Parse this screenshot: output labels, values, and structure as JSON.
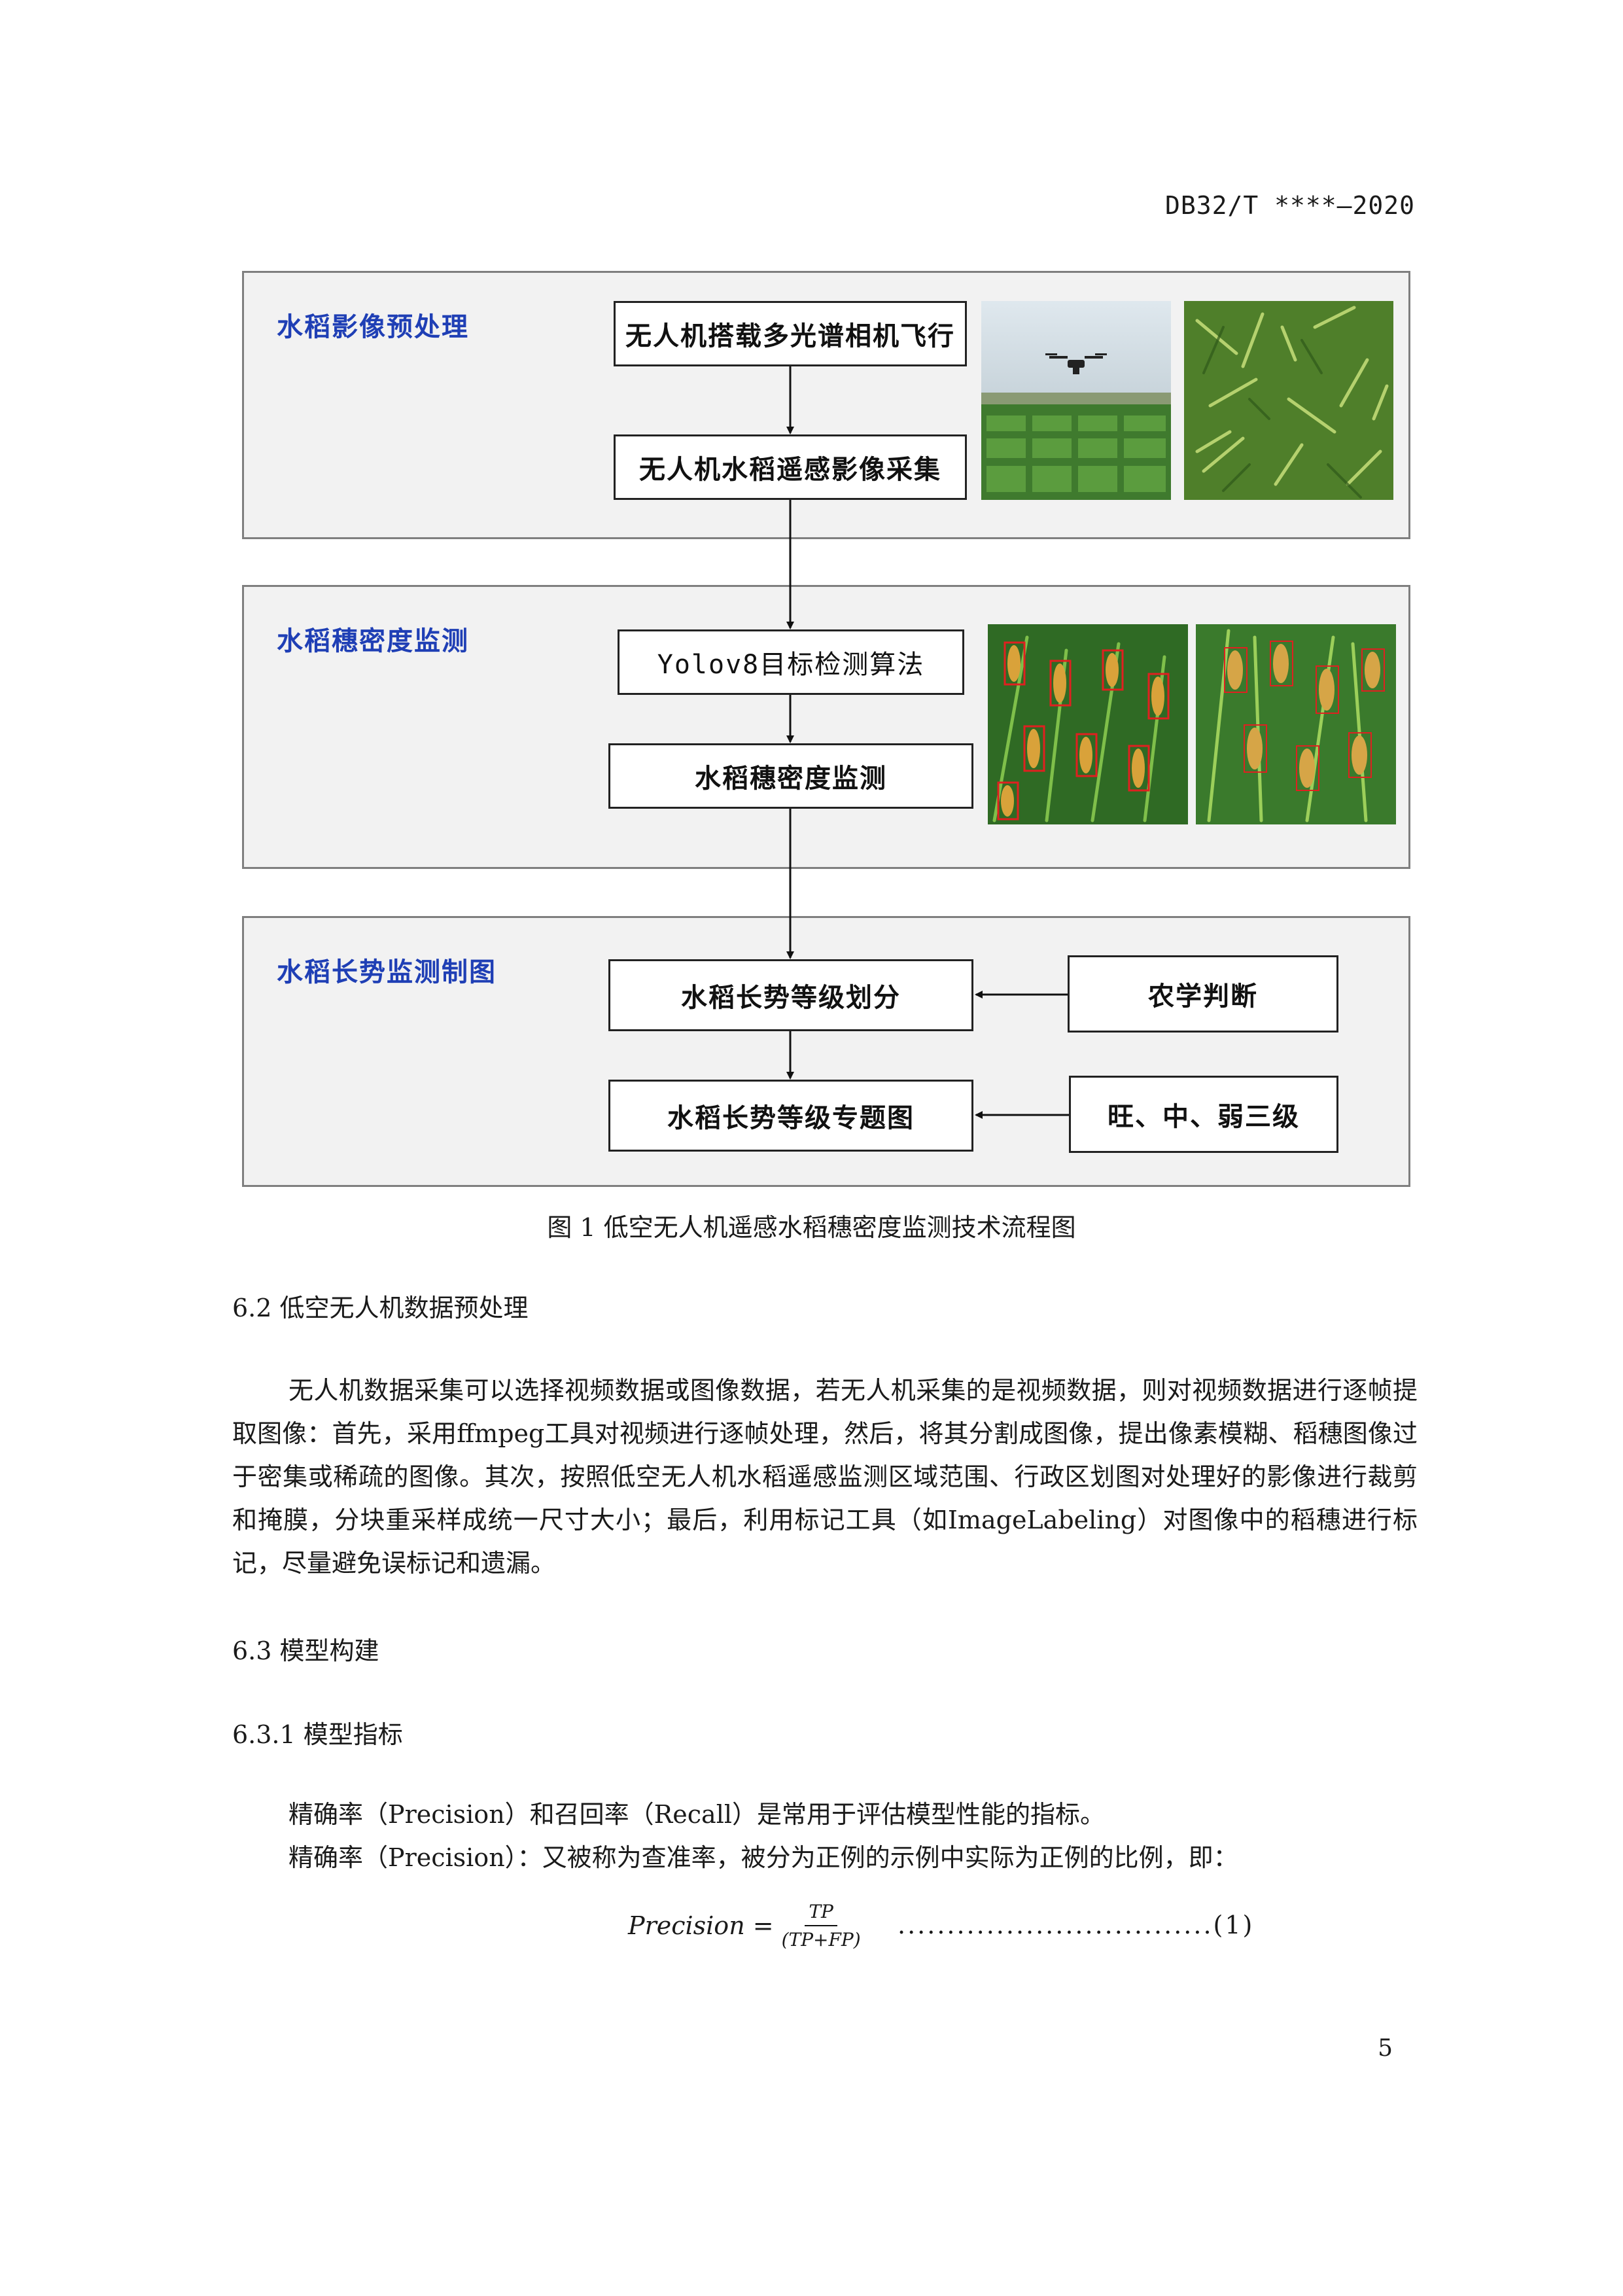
{
  "header": {
    "code": "DB32/T ****—2020"
  },
  "figure": {
    "panels": [
      {
        "title": "水稻影像预处理",
        "boxes": [
          "无人机搭载多光谱相机飞行",
          "无人机水稻遥感影像采集"
        ]
      },
      {
        "title": "水稻穗密度监测",
        "boxes": [
          "Yolov8目标检测算法",
          "水稻穗密度监测"
        ]
      },
      {
        "title": "水稻长势监测制图",
        "boxes": [
          "水稻长势等级划分",
          "水稻长势等级专题图"
        ],
        "side_boxes": [
          "农学判断",
          "旺、中、弱三级"
        ]
      }
    ],
    "caption": "图 1  低空无人机遥感水稻穗密度监测技术流程图"
  },
  "section_6_2": {
    "heading": "6.2  低空无人机数据预处理",
    "paragraph": "无人机数据采集可以选择视频数据或图像数据，若无人机采集的是视频数据，则对视频数据进行逐帧提取图像：首先，采用ffmpeg工具对视频进行逐帧处理，然后，将其分割成图像，提出像素模糊、稻穗图像过于密集或稀疏的图像。其次，按照低空无人机水稻遥感监测区域范围、行政区划图对处理好的影像进行裁剪和掩膜，分块重采样成统一尺寸大小；最后，利用标记工具（如ImageLabeling）对图像中的稻穗进行标记，尽量避免误标记和遗漏。"
  },
  "section_6_3": {
    "heading": "6.3  模型构建"
  },
  "section_6_3_1": {
    "heading": "6.3.1  模型指标",
    "line1": "精确率（Precision）和召回率（Recall）是常用于评估模型性能的指标。",
    "line2": "精确率（Precision）：又被称为查准率，被分为正例的示例中实际为正例的比例，即："
  },
  "formula": {
    "lhs": "Precision =",
    "numerator": "TP",
    "denominator": "(TP+FP)",
    "leader": "................................",
    "number": "(1)"
  },
  "page_number": "5"
}
